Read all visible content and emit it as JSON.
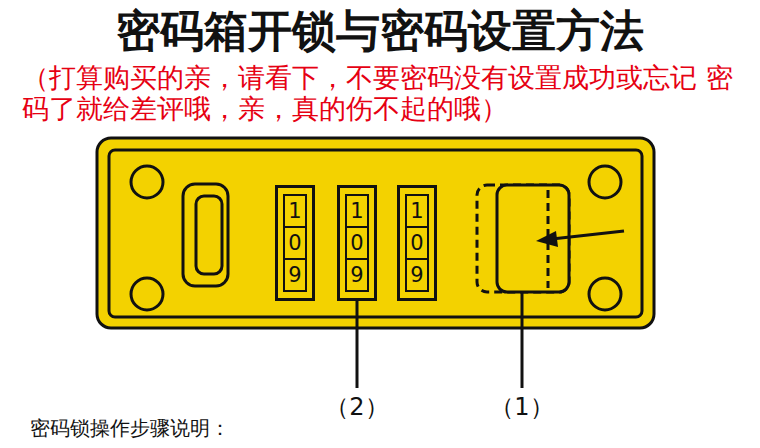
{
  "diagram": {
    "title": "密码箱开锁与密码设置方法",
    "nodes": [
      {
        "text": [
          "1",
          "0",
          "9"
        ]
      },
      {
        "text": [
          "1",
          "0",
          "9"
        ]
      },
      {
        "text": [
          "1",
          "0",
          "9"
        ]
      }
    ],
    "labels": [
      "（打算购买的亲，请看下，不要密码没有设置成功或忘记 密码了就给差评哦，亲，真的伤不起的哦）",
      "（2）",
      "（1）",
      "密码锁操作步骤说明："
    ]
  }
}
